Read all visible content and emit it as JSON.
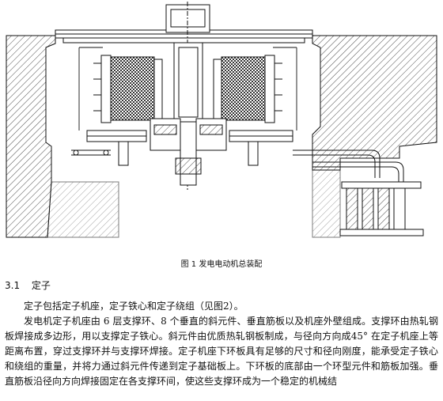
{
  "figure": {
    "caption": "图 1 发电电动机总装配"
  },
  "section": {
    "number": "3.1",
    "title": "定子"
  },
  "paragraphs": [
    "定子包括定子机座，定子铁心和定子绕组（见图2）。",
    "发电机定子机座由 6 层支撑环、8 个垂直的斜元件、垂直筋板以及机座外壁组成。支撑环由热轧钢板焊接成多边形，用以支撑定子铁心。斜元件由优质热轧钢板制成，与径向方向成45° 在定子机座上等距离布置，穿过支撑环并与支撑环焊接。定子机座下环板具有足够的尺寸和径向刚度，能承受定子铁心和绕组的重量，并将力通过斜元件传递到定子基础板上。下环板的底部由一个环型元件和筋板加强。垂直筋板沿径向方向焊接固定在各支撑环间，使这些支撑环成为一个稳定的机械结"
  ]
}
